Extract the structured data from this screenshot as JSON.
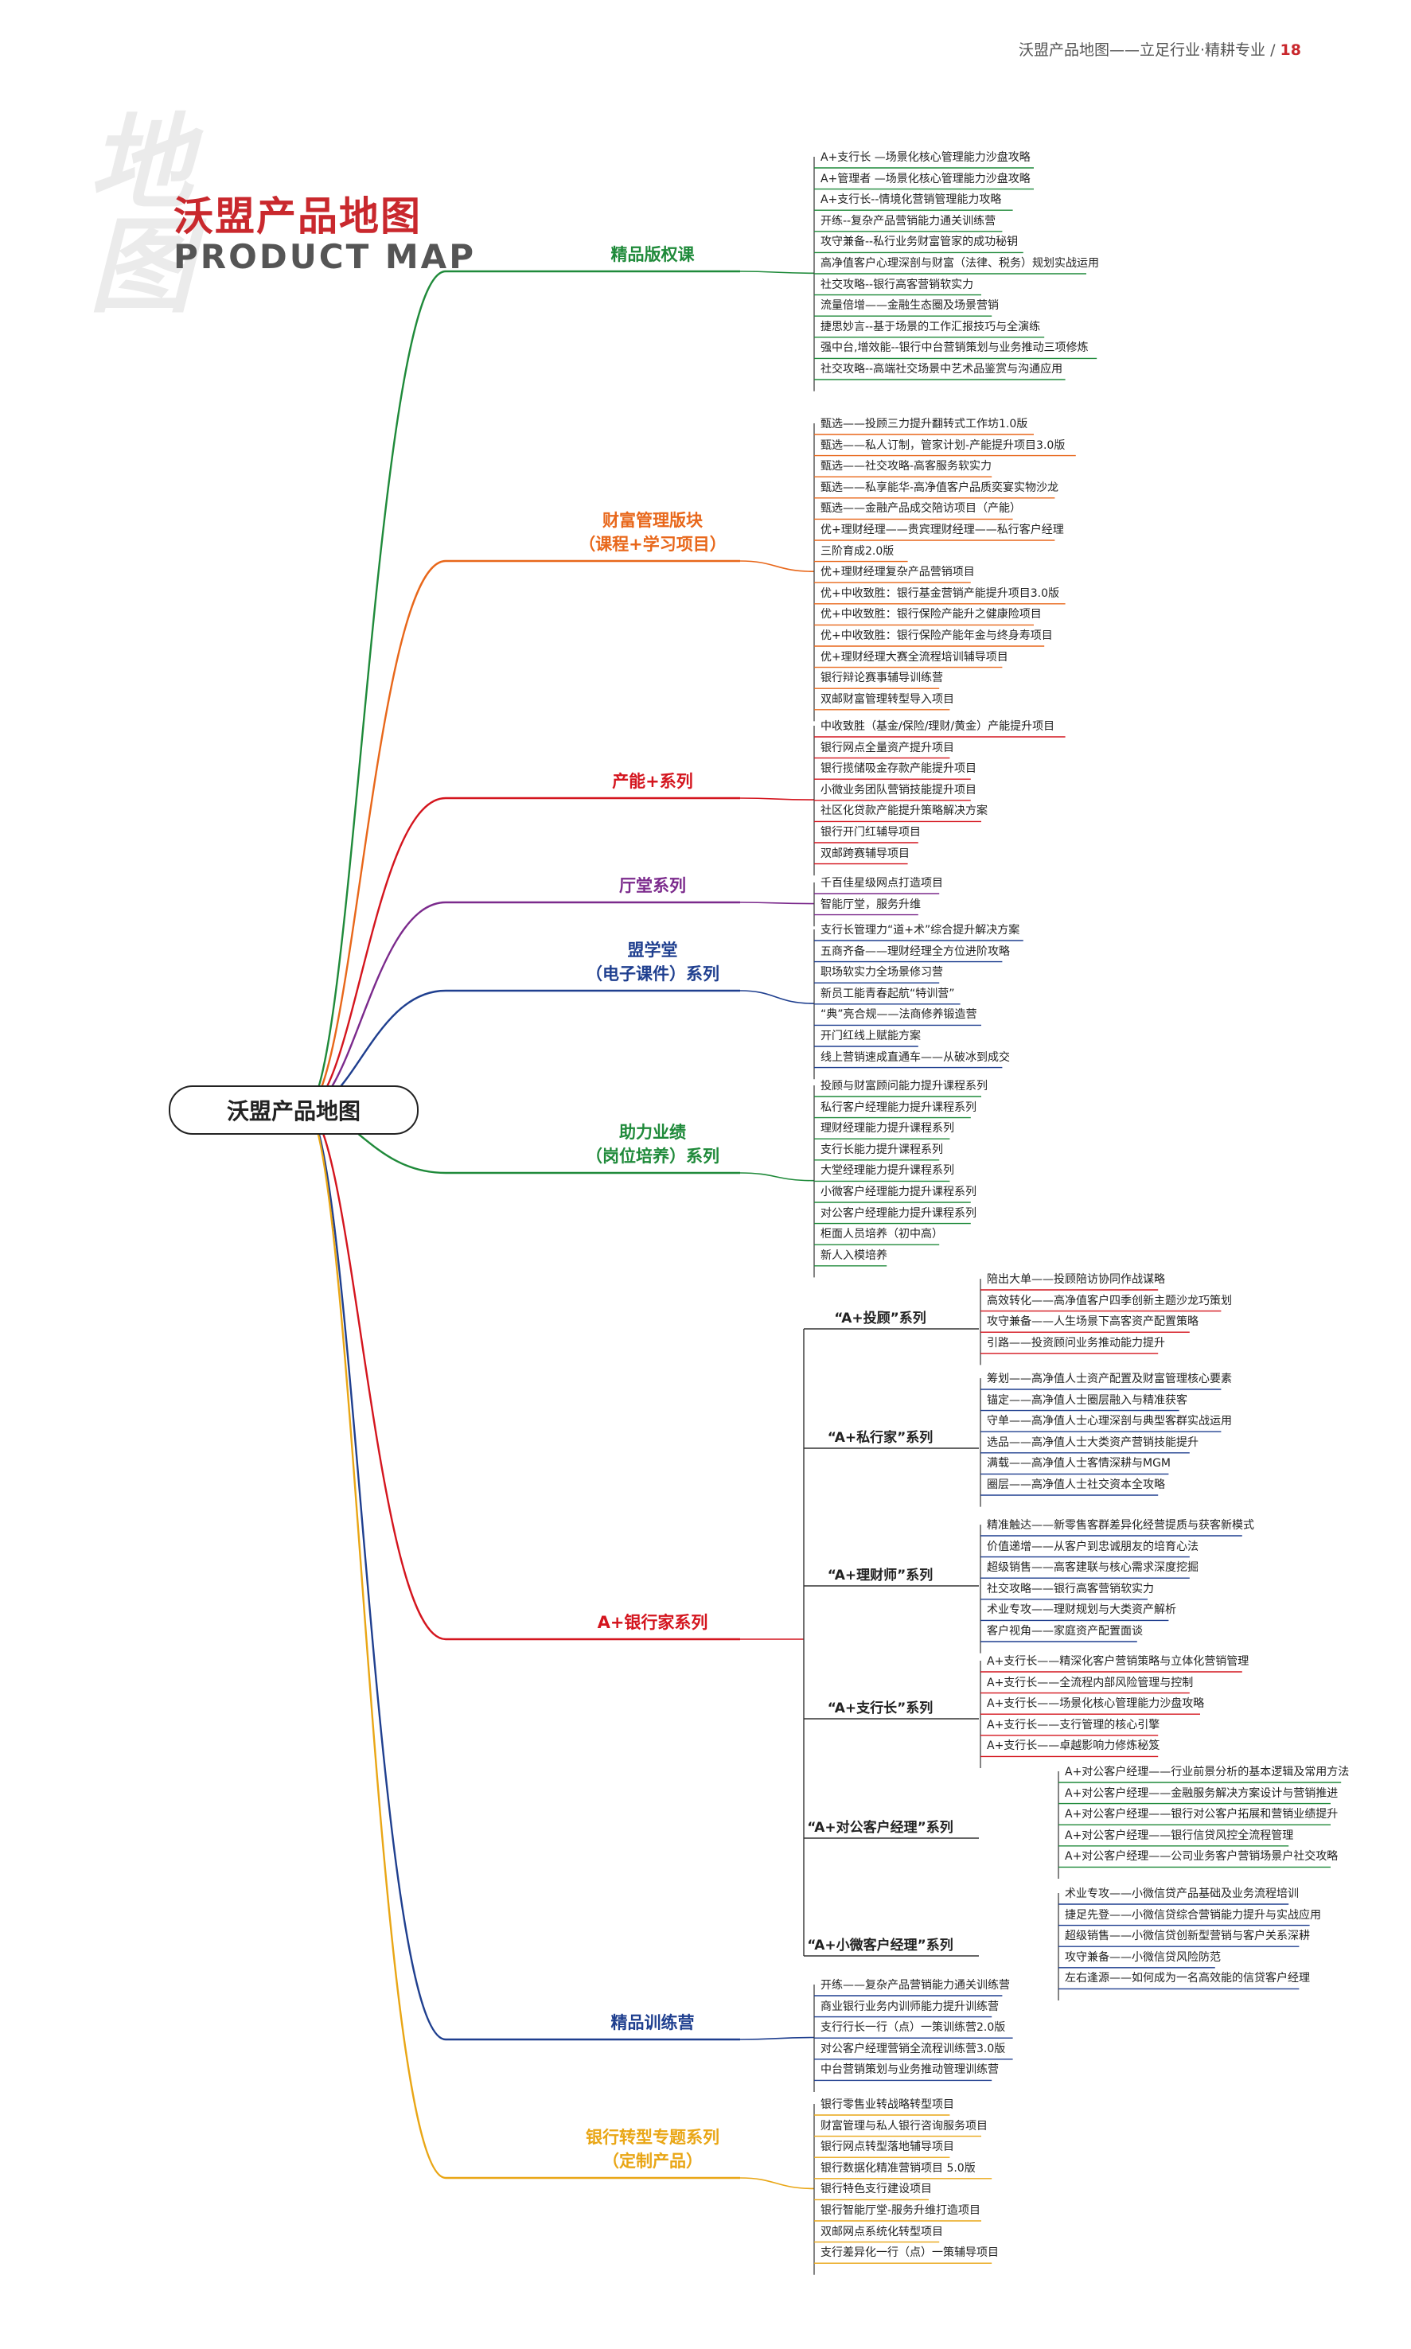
{
  "header": {
    "text": "沃盟产品地图——立足行业·精耕专业 /",
    "page_number": "18"
  },
  "watermark": "地图",
  "title": {
    "cn": "沃盟产品地图",
    "en": "PRODUCT MAP"
  },
  "root_label": "沃盟产品地图",
  "colors": {
    "red": "#d4151e",
    "green": "#1f8a3a",
    "orange": "#e8671a",
    "purple": "#7b2a8c",
    "blue": "#1f3f8f",
    "yellow": "#e9a615"
  },
  "branches": [
    {
      "label": "精品版权课",
      "color": "#1f8a3a",
      "items": [
        "A+支行长 —场景化核心管理能力沙盘攻略",
        "A+管理者 —场景化核心管理能力沙盘攻略",
        "A+支行长--情境化营销管理能力攻略",
        "开练--复杂产品营销能力通关训练营",
        "攻守兼备--私行业务财富管家的成功秘钥",
        "高净值客户心理深剖与财富（法律、税务）规划实战运用",
        "社交攻略--银行高客营销软实力",
        "流量倍增——金融生态圈及场景营销",
        "捷思妙言--基于场景的工作汇报技巧与全演练",
        "强中台,增效能--银行中台营销策划与业务推动三项修炼",
        "社交攻略--高端社交场景中艺术品鉴赏与沟通应用"
      ]
    },
    {
      "label": "财富管理版块",
      "label2": "（课程+学习项目）",
      "color": "#e8671a",
      "items": [
        "甄选——投顾三力提升翻转式工作坊1.0版",
        "甄选——私人订制，管家计划-产能提升项目3.0版",
        "甄选——社交攻略-高客服务软实力",
        "甄选——私享能华-高净值客户品质奕宴实物沙龙",
        "甄选——金融产品成交陪访项目（产能）",
        "优+理财经理——贵宾理财经理——私行客户经理",
        "三阶育成2.0版",
        "优+理财经理复杂产品营销项目",
        "优+中收致胜：银行基金营销产能提升项目3.0版",
        "优+中收致胜：银行保险产能升之健康险项目",
        "优+中收致胜：银行保险产能年金与终身寿项目",
        "优+理财经理大赛全流程培训辅导项目",
        "银行辩论赛事辅导训练营",
        "双邮财富管理转型导入项目"
      ]
    },
    {
      "label": "产能+系列",
      "color": "#d4151e",
      "items": [
        "中收致胜（基金/保险/理财/黄金）产能提升项目",
        "银行网点全量资产提升项目",
        "银行揽储吸金存款产能提升项目",
        "小微业务团队营销技能提升项目",
        "社区化贷款产能提升策略解决方案",
        "银行开门红辅导项目",
        "双邮跨赛辅导项目"
      ]
    },
    {
      "label": "厅堂系列",
      "color": "#7b2a8c",
      "items": [
        "千百佳星级网点打造项目",
        "智能厅堂，服务升维"
      ]
    },
    {
      "label": "盟学堂",
      "label2": "（电子课件）系列",
      "color": "#1f3f8f",
      "items": [
        "支行长管理力“道+术”综合提升解决方案",
        "五商齐备——理财经理全方位进阶攻略",
        "职场软实力全场景修习营",
        "新员工能青春起航“特训营”",
        "“典”亮合规——法商修养锻造营",
        "开门红线上赋能方案",
        "线上营销速成直通车——从破冰到成交"
      ]
    },
    {
      "label": "助力业绩",
      "label2": "（岗位培养）系列",
      "color": "#1f8a3a",
      "items": [
        "投顾与财富顾问能力提升课程系列",
        "私行客户经理能力提升课程系列",
        "理财经理能力提升课程系列",
        "支行长能力提升课程系列",
        "大堂经理能力提升课程系列",
        "小微客户经理能力提升课程系列",
        "对公客户经理能力提升课程系列",
        "柜面人员培养（初中高）",
        "新人入模培养"
      ]
    },
    {
      "label": "A+银行家系列",
      "color": "#d4151e",
      "subs": [
        {
          "label": "“A+投顾”系列",
          "color": "#d4151e",
          "items": [
            "陪出大单——投顾陪访协同作战谋略",
            "高效转化——高净值客户四季创新主题沙龙巧策划",
            "攻守兼备——人生场景下高客资产配置策略",
            "引路——投资顾问业务推动能力提升"
          ]
        },
        {
          "label": "“A+私行家”系列",
          "color": "#1f3f8f",
          "items": [
            "筹划——高净值人士资产配置及财富管理核心要素",
            "锚定——高净值人士圈层融入与精准获客",
            "守单——高净值人士心理深剖与典型客群实战运用",
            "选品——高净值人士大类资产营销技能提升",
            "满载——高净值人士客情深耕与MGM",
            "圈层——高净值人士社交资本全攻略"
          ]
        },
        {
          "label": "“A+理财师”系列",
          "color": "#1f3f8f",
          "items": [
            "精准触达——新零售客群差异化经营提质与获客新模式",
            "价值递增——从客户到忠诚朋友的培育心法",
            "超级销售——高客建联与核心需求深度挖掘",
            "社交攻略——银行高客营销软实力",
            "术业专攻——理财规划与大类资产解析",
            "客户视角——家庭资产配置面谈"
          ]
        },
        {
          "label": "“A+支行长”系列",
          "color": "#d4151e",
          "items": [
            "A+支行长——精深化客户营销策略与立体化营销管理",
            "A+支行长——全流程内部风险管理与控制",
            "A+支行长——场景化核心管理能力沙盘攻略",
            "A+支行长——支行管理的核心引擎",
            "A+支行长——卓越影响力修炼秘笈"
          ]
        },
        {
          "label": "“A+对公客户经理”系列",
          "color": "#1f8a3a",
          "items": [
            "A+对公客户经理——行业前景分析的基本逻辑及常用方法",
            "A+对公客户经理——金融服务解决方案设计与营销推进",
            "A+对公客户经理——银行对公客户拓展和营销业绩提升",
            "A+对公客户经理——银行信贷风控全流程管理",
            "A+对公客户经理——公司业务客户营销场景户社交攻略"
          ]
        },
        {
          "label": "“A+小微客户经理”系列",
          "color": "#1f3f8f",
          "items": [
            "术业专攻——小微信贷产品基础及业务流程培训",
            "捷足先登——小微信贷综合营销能力提升与实战应用",
            "超级销售——小微信贷创新型营销与客户关系深耕",
            "攻守兼备——小微信贷风险防范",
            "左右逢源——如何成为一名高效能的信贷客户经理"
          ]
        }
      ]
    },
    {
      "label": "精品训练营",
      "color": "#1f3f8f",
      "items": [
        "开练——复杂产品营销能力通关训练营",
        "商业银行业务内训师能力提升训练营",
        "支行行长一行（点）一策训练营2.0版",
        "对公客户经理营销全流程训练营3.0版",
        "中台营销策划与业务推动管理训练营"
      ]
    },
    {
      "label": "银行转型专题系列",
      "label2": "（定制产品）",
      "color": "#e9a615",
      "items": [
        "银行零售业转战略转型项目",
        "财富管理与私人银行咨询服务项目",
        "银行网点转型落地辅导项目",
        "银行数据化精准营销项目 5.0版",
        "银行特色支行建设项目",
        "银行智能厅堂-服务升维打造项目",
        "双邮网点系统化转型项目",
        "支行差异化一行（点）一策辅导项目"
      ]
    }
  ]
}
